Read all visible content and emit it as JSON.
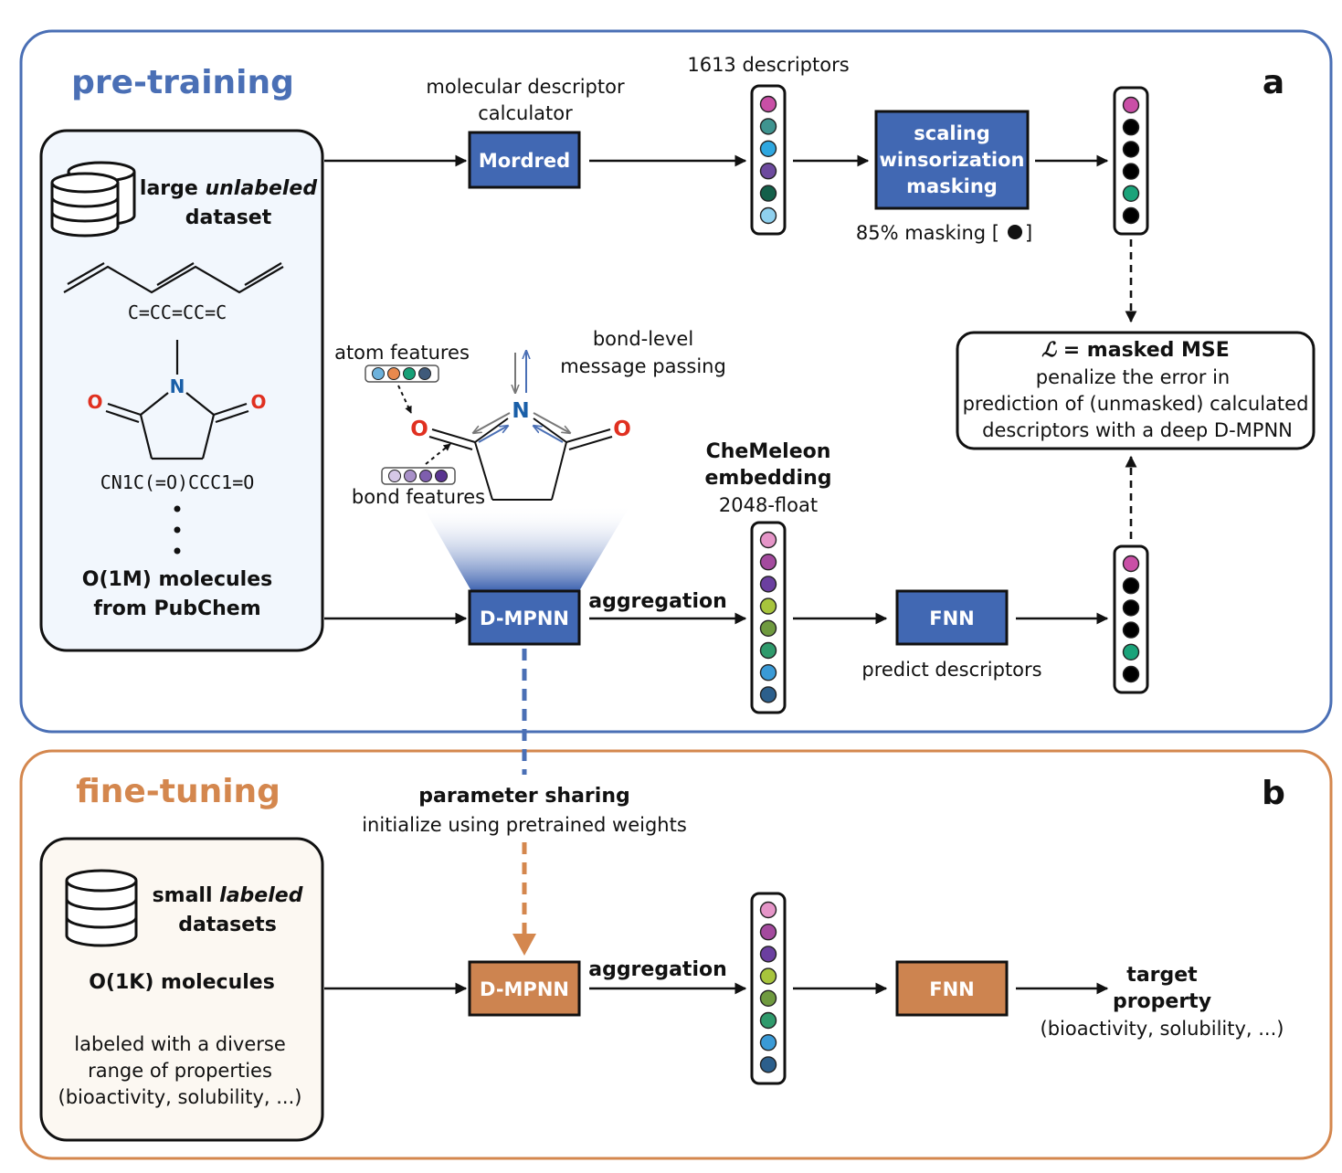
{
  "colors": {
    "pretrain": "#4a6fb5",
    "finetune": "#d4874e",
    "box_blue": "#4168b3",
    "box_orange": "#cd8450",
    "panel_blue_fill": "#f2f7fd",
    "panel_orange_fill": "#fcf8f2",
    "oxygen": "#e03020",
    "nitrogen": "#1a5fa8"
  },
  "pretraining": {
    "title": "pre-training",
    "panel_letter": "a",
    "dataset": {
      "icon": "database-icon",
      "label_pre": "large ",
      "label_italic": "unlabeled",
      "label_line2": "dataset",
      "smiles_1": "C=CC=CC=C",
      "smiles_2": "CN1C(=O)CCC1=O",
      "footer_line1": "O(1M) molecules",
      "footer_line2": "from PubChem",
      "atom_N": "N",
      "atom_O": "O"
    },
    "calculator_caption_line1": "molecular descriptor",
    "calculator_caption_line2": "calculator",
    "mordred_label": "Mordred",
    "descriptor_count_label": "1613 descriptors",
    "descriptor_vector_colors": [
      "#c94fa6",
      "#3f9490",
      "#2ea7e0",
      "#6d4a9e",
      "#14604a",
      "#8fd0ee"
    ],
    "scaling_lines": [
      "scaling",
      "winsorization",
      "masking"
    ],
    "masking_caption": "85% masking [",
    "masking_caption_end": "]",
    "masked_vector_colors": [
      "#c94fa6",
      "#000000",
      "#000000",
      "#000000",
      "#1aa37a",
      "#000000"
    ],
    "loss": {
      "symbol": "ℒ",
      "title": " = masked MSE",
      "line1": "penalize the error in",
      "line2": "prediction of (unmasked) calculated",
      "line3": "descriptors with a deep D-MPNN"
    },
    "molecule_inset": {
      "atom_features_label": "atom features",
      "atom_feature_colors": [
        "#6db2dc",
        "#e8894d",
        "#17a077",
        "#3f5a7a"
      ],
      "bond_features_label": "bond features",
      "bond_feature_colors": [
        "#d6c8e6",
        "#a890c8",
        "#7e5eae",
        "#5a3590"
      ],
      "message_passing_line1": "bond-level",
      "message_passing_line2": "message passing",
      "atom_N": "N",
      "atom_O": "O"
    },
    "dmpnn_label": "D-MPNN",
    "aggregation_label": "aggregation",
    "embedding_title_line1": "CheMeleon",
    "embedding_title_line2": "embedding",
    "embedding_size": "2048-float",
    "embedding_vector_colors": [
      "#e595c8",
      "#a34a9e",
      "#6b3fa0",
      "#a7c43c",
      "#6f9a3f",
      "#2f9a6c",
      "#3a9ad6",
      "#2c5f8c"
    ],
    "fnn_label": "FNN",
    "predict_caption": "predict descriptors",
    "predicted_vector_colors": [
      "#c94fa6",
      "#000000",
      "#000000",
      "#000000",
      "#1aa37a",
      "#000000"
    ]
  },
  "sharing": {
    "title": "parameter sharing",
    "subtitle": "initialize using pretrained weights"
  },
  "finetuning": {
    "title": "fine-tuning",
    "panel_letter": "b",
    "dataset": {
      "icon": "database-icon",
      "label_pre": "small ",
      "label_italic": "labeled",
      "label_line2": "datasets",
      "count": "O(1K) molecules",
      "desc_line1": "labeled with a diverse",
      "desc_line2": "range of properties",
      "desc_line3": "(bioactivity, solubility, ...)"
    },
    "dmpnn_label": "D-MPNN",
    "aggregation_label": "aggregation",
    "embedding_vector_colors": [
      "#e595c8",
      "#a34a9e",
      "#6b3fa0",
      "#a7c43c",
      "#6f9a3f",
      "#2f9a6c",
      "#3a9ad6",
      "#2c5f8c"
    ],
    "fnn_label": "FNN",
    "target_line1": "target",
    "target_line2": "property",
    "target_line3": "(bioactivity, solubility, ...)"
  }
}
